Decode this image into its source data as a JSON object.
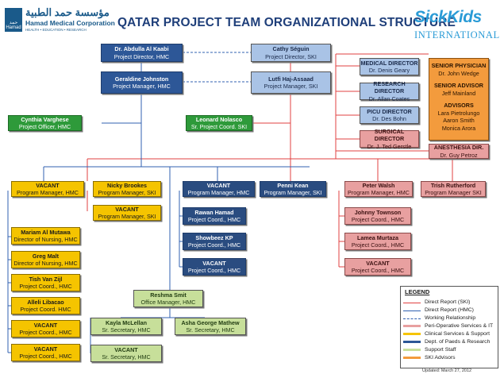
{
  "title": "QATAR PROJECT TEAM ORGANIZATIONAL STRUCTURE",
  "logos": {
    "hmc_arabic": "مؤسسة حمد الطبية",
    "hmc_english": "Hamad Medical Corporation",
    "hmc_tagline": "HEALTH • EDUCATION • RESEARCH",
    "hmc_mark": "حمد Hamad",
    "sickkids_name": "SickKids",
    "sickkids_sub": "INTERNATIONAL"
  },
  "boxes": {
    "abdulla": {
      "name": "Dr. Abdulla Al Kaabi",
      "role": "Project Director, HMC"
    },
    "cathy": {
      "name": "Cathy Séguin",
      "role": "Project Director, SKI"
    },
    "geraldine": {
      "name": "Geraldine Johnston",
      "role": "Project Manager, HMC"
    },
    "lutfi": {
      "name": "Lutfi Haj-Assaad",
      "role": "Project Manager, SKI"
    },
    "cynthia": {
      "name": "Cynthia Varghese",
      "role": "Project Officer, HMC"
    },
    "leonard": {
      "name": "Leonard Nolasco",
      "role": "Sr. Project Coord. SKI"
    },
    "medical": {
      "name": "MEDICAL DIRECTOR",
      "role": "Dr. Denis Geary"
    },
    "research": {
      "name": "RESEARCH DIRECTOR",
      "role": "Dr. Allan Coates"
    },
    "picu": {
      "name": "PICU DIRECTOR",
      "role": "Dr. Des Bohn"
    },
    "surgical": {
      "name": "SURGICAL DIRECTOR",
      "role": "Dr. J. Ted Gerstle"
    },
    "anesthesia": {
      "name": "ANESTHESIA DIR.",
      "role": "Dr. Guy Petroz"
    },
    "advisors": {
      "sp_title": "SENIOR PHYSICIAN",
      "sp_name": "Dr. John Wedge",
      "sa_title": "SENIOR ADVISOR",
      "sa_name": "Jeff Mainland",
      "ad_title": "ADVISORS",
      "ad_1": "Lara Pietrolungo",
      "ad_2": "Aaron Smith",
      "ad_3": "Monica Arora"
    },
    "y_vacant1": {
      "name": "VACANT",
      "role": "Program Manager, HMC"
    },
    "y_nicky": {
      "name": "Nicky Brookes",
      "role": "Program Manager, SKI"
    },
    "y_vacant2": {
      "name": "VACANT",
      "role": "Program Manager, SKI"
    },
    "y_mariam": {
      "name": "Mariam Al Mutawa",
      "role": "Director of Nursing, HMC"
    },
    "y_greg": {
      "name": "Greg Malt",
      "role": "Director of Nursing, HMC"
    },
    "y_tish": {
      "name": "Tish Van Zijl",
      "role": "Project Coord., HMC"
    },
    "y_alleli": {
      "name": "Alleli Libacao",
      "role": "Project Coord. HMC"
    },
    "y_vacant3": {
      "name": "VACANT",
      "role": "Project Coord., HMC"
    },
    "y_vacant4": {
      "name": "VACANT",
      "role": "Project Coord., HMC"
    },
    "b_vacant1": {
      "name": "VACANT",
      "role": "Program Manager, HMC"
    },
    "b_rawan": {
      "name": "Rawan Hamad",
      "role": "Project Coord., HMC"
    },
    "b_showbeez": {
      "name": "Showbeez KP",
      "role": "Project Coord., HMC"
    },
    "b_vacant2": {
      "name": "VACANT",
      "role": "Project Coord., HMC"
    },
    "b_penni": {
      "name": "Penni Kean",
      "role": "Program Manager, SKI"
    },
    "p_peter": {
      "name": "Peter Walsh",
      "role": "Program Manager, HMC"
    },
    "p_trish": {
      "name": "Trish Rutherford",
      "role": "Program Manager SKI"
    },
    "p_johnny": {
      "name": "Johnny Townson",
      "role": "Project Coord., HMC"
    },
    "p_lamea": {
      "name": "Lamea Murtaza",
      "role": "Project Coord., HMC"
    },
    "p_vacant": {
      "name": "VACANT",
      "role": "Project Coord., HMC"
    },
    "g_reshma": {
      "name": "Reshma Smit",
      "role": "Office Manager, HMC"
    },
    "g_kayla": {
      "name": "Kayla McLellan",
      "role": "Sr. Secretary, HMC"
    },
    "g_asha": {
      "name": "Asha George Mathew",
      "role": "Sr. Secretary, HMC"
    },
    "g_vacant": {
      "name": "VACANT",
      "role": "Sr. Secretary, HMC"
    }
  },
  "legend": {
    "title": "LEGEND",
    "items": [
      {
        "label": "Direct Report (SKI)",
        "color": "#e04040",
        "style": "line"
      },
      {
        "label": "Direct Report (HMC)",
        "color": "#3060b0",
        "style": "line"
      },
      {
        "label": "Working Relationship",
        "color": "#3060b0",
        "style": "dashed"
      },
      {
        "label": "Peri-Operative Services & IT",
        "color": "#e8a0a0",
        "style": "bar"
      },
      {
        "label": "Clinical Services & Support",
        "color": "#f5c400",
        "style": "bar"
      },
      {
        "label": "Dept. of Paeds & Research",
        "color": "#2d5797",
        "style": "bar"
      },
      {
        "label": "Support Staff",
        "color": "#c7df9a",
        "style": "bar"
      },
      {
        "label": "SKI Advisors",
        "color": "#f39b3d",
        "style": "bar"
      }
    ]
  },
  "updated": "Updated: March 27, 2012"
}
